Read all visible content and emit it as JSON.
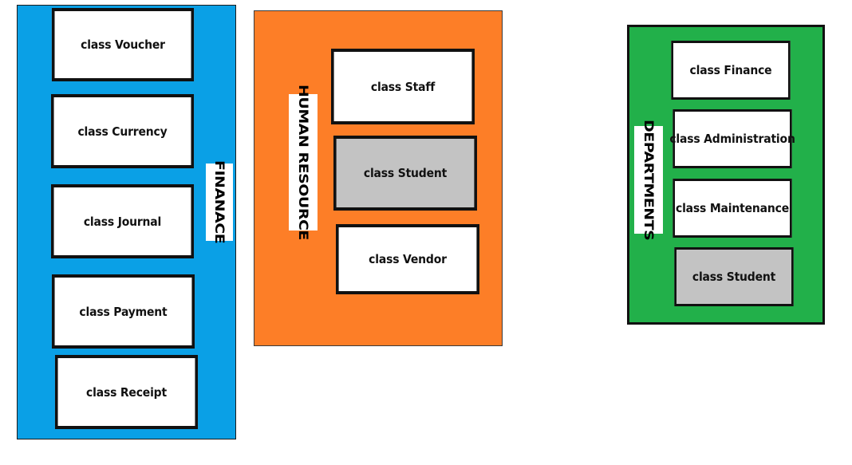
{
  "groups": {
    "finance": {
      "label": "FINANACE",
      "color": "#0aa0e6",
      "classes": [
        "class Voucher",
        "class Currency",
        "class Journal",
        "class Payment",
        "class Receipt"
      ]
    },
    "human_resource": {
      "label": "HUMAN RESOURCE",
      "color": "#fd7e27",
      "classes": [
        "class Staff",
        "class Student",
        "class Vendor"
      ]
    },
    "departments": {
      "label": "DEPARTMENTS",
      "color": "#22b04a",
      "classes": [
        "class Finance",
        "class Administration",
        "class Maintenance",
        "class Student"
      ]
    }
  },
  "colors": {
    "class_box": "#ffffff",
    "shared_class_box": "#c3c3c3",
    "border": "#111111"
  }
}
